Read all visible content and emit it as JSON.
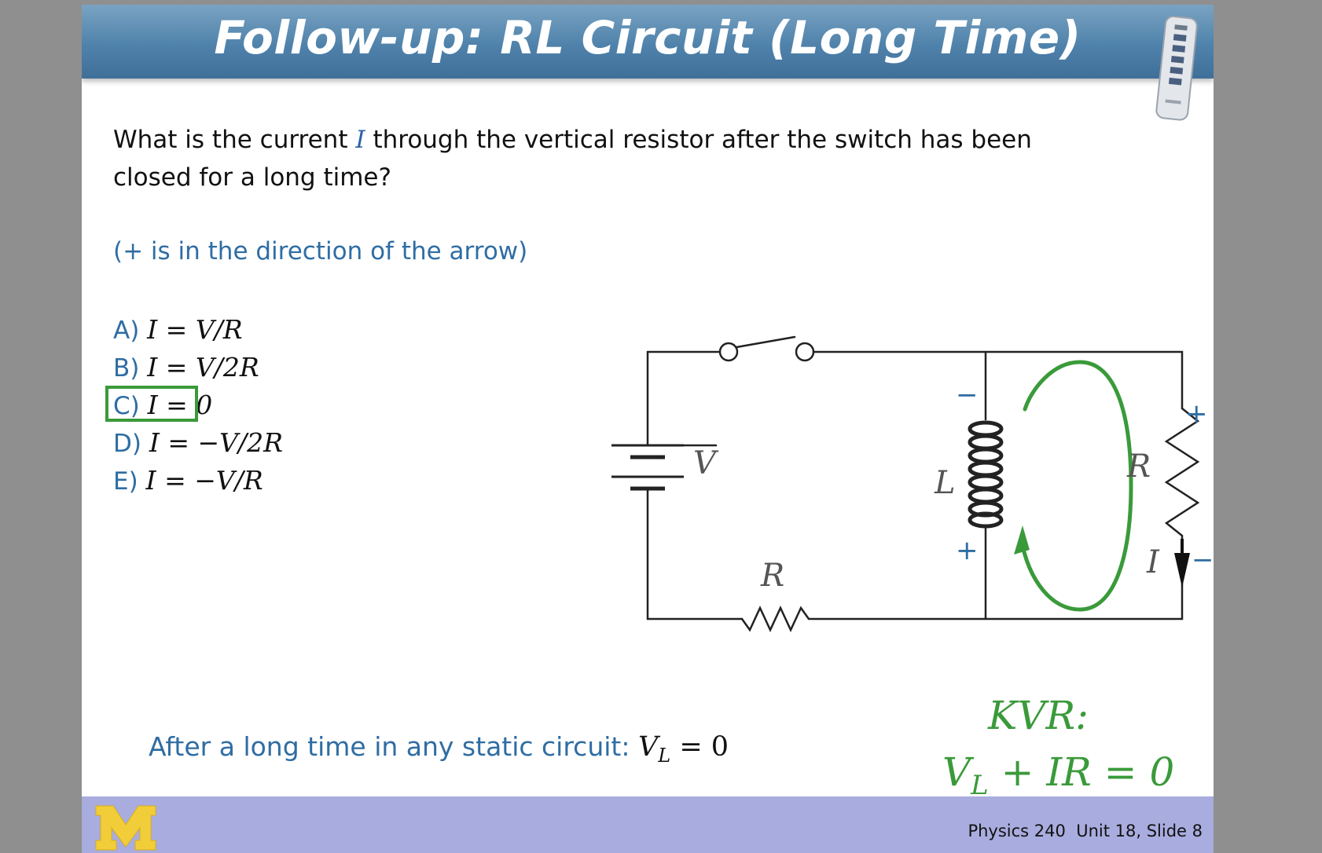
{
  "title": "Follow-up: RL Circuit (Long Time)",
  "question": {
    "part1": "What is the current ",
    "var": "I",
    "part2": " through the vertical resistor after the switch has been closed for a long time?"
  },
  "direction_note": "(+ is in the direction of the arrow)",
  "options": [
    {
      "letter": "A) ",
      "expr": "I = V/R"
    },
    {
      "letter": "B) ",
      "expr": "I = V/2R"
    },
    {
      "letter": "C) ",
      "expr": "I = 0"
    },
    {
      "letter": "D) ",
      "expr": "I = −V/2R"
    },
    {
      "letter": "E) ",
      "expr": "I = −V/R"
    }
  ],
  "selected_option": "C",
  "circuit": {
    "battery_label": "V",
    "inductor_label": "L",
    "bottom_resistor_label": "R",
    "right_resistor_label": "R",
    "current_label": "I",
    "plus": "+",
    "minus": "−"
  },
  "long_time_note": {
    "text": "After a long time in any static circuit: ",
    "expr_var": "V",
    "expr_sub": "L",
    "expr_rest": " = 0"
  },
  "kvr": {
    "label": "KVR:",
    "eq_var": "V",
    "eq_sub": "L",
    "eq_rest": " + IR = 0"
  },
  "footer": "Physics 240  Unit 18, Slide 8",
  "logo_letter": "M",
  "colors": {
    "accent_blue": "#2f6da3",
    "answer_green": "#3a9a3a",
    "footer_bg": "#a9acde",
    "logo_yellow": "#f2cd3a"
  }
}
